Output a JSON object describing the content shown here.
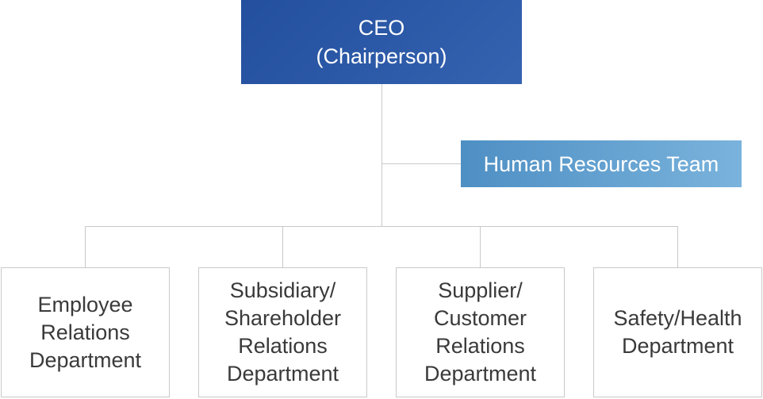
{
  "ceo": {
    "title": "CEO\n(Chairperson)"
  },
  "hr_team": {
    "label": "Human Resources Team"
  },
  "departments": [
    {
      "label": "Employee\nRelations\nDepartment"
    },
    {
      "label": "Subsidiary/\nShareholder\nRelations\nDepartment"
    },
    {
      "label": "Supplier/\nCustomer\nRelations\nDepartment"
    },
    {
      "label": "Safety/Health\nDepartment"
    }
  ],
  "colors": {
    "ceo_box": "#2a57a5",
    "hr_box": "#65a2d2",
    "connector": "#c9c9c9",
    "dept_border": "#c9c9c9",
    "dept_text": "#3a3a3a"
  }
}
